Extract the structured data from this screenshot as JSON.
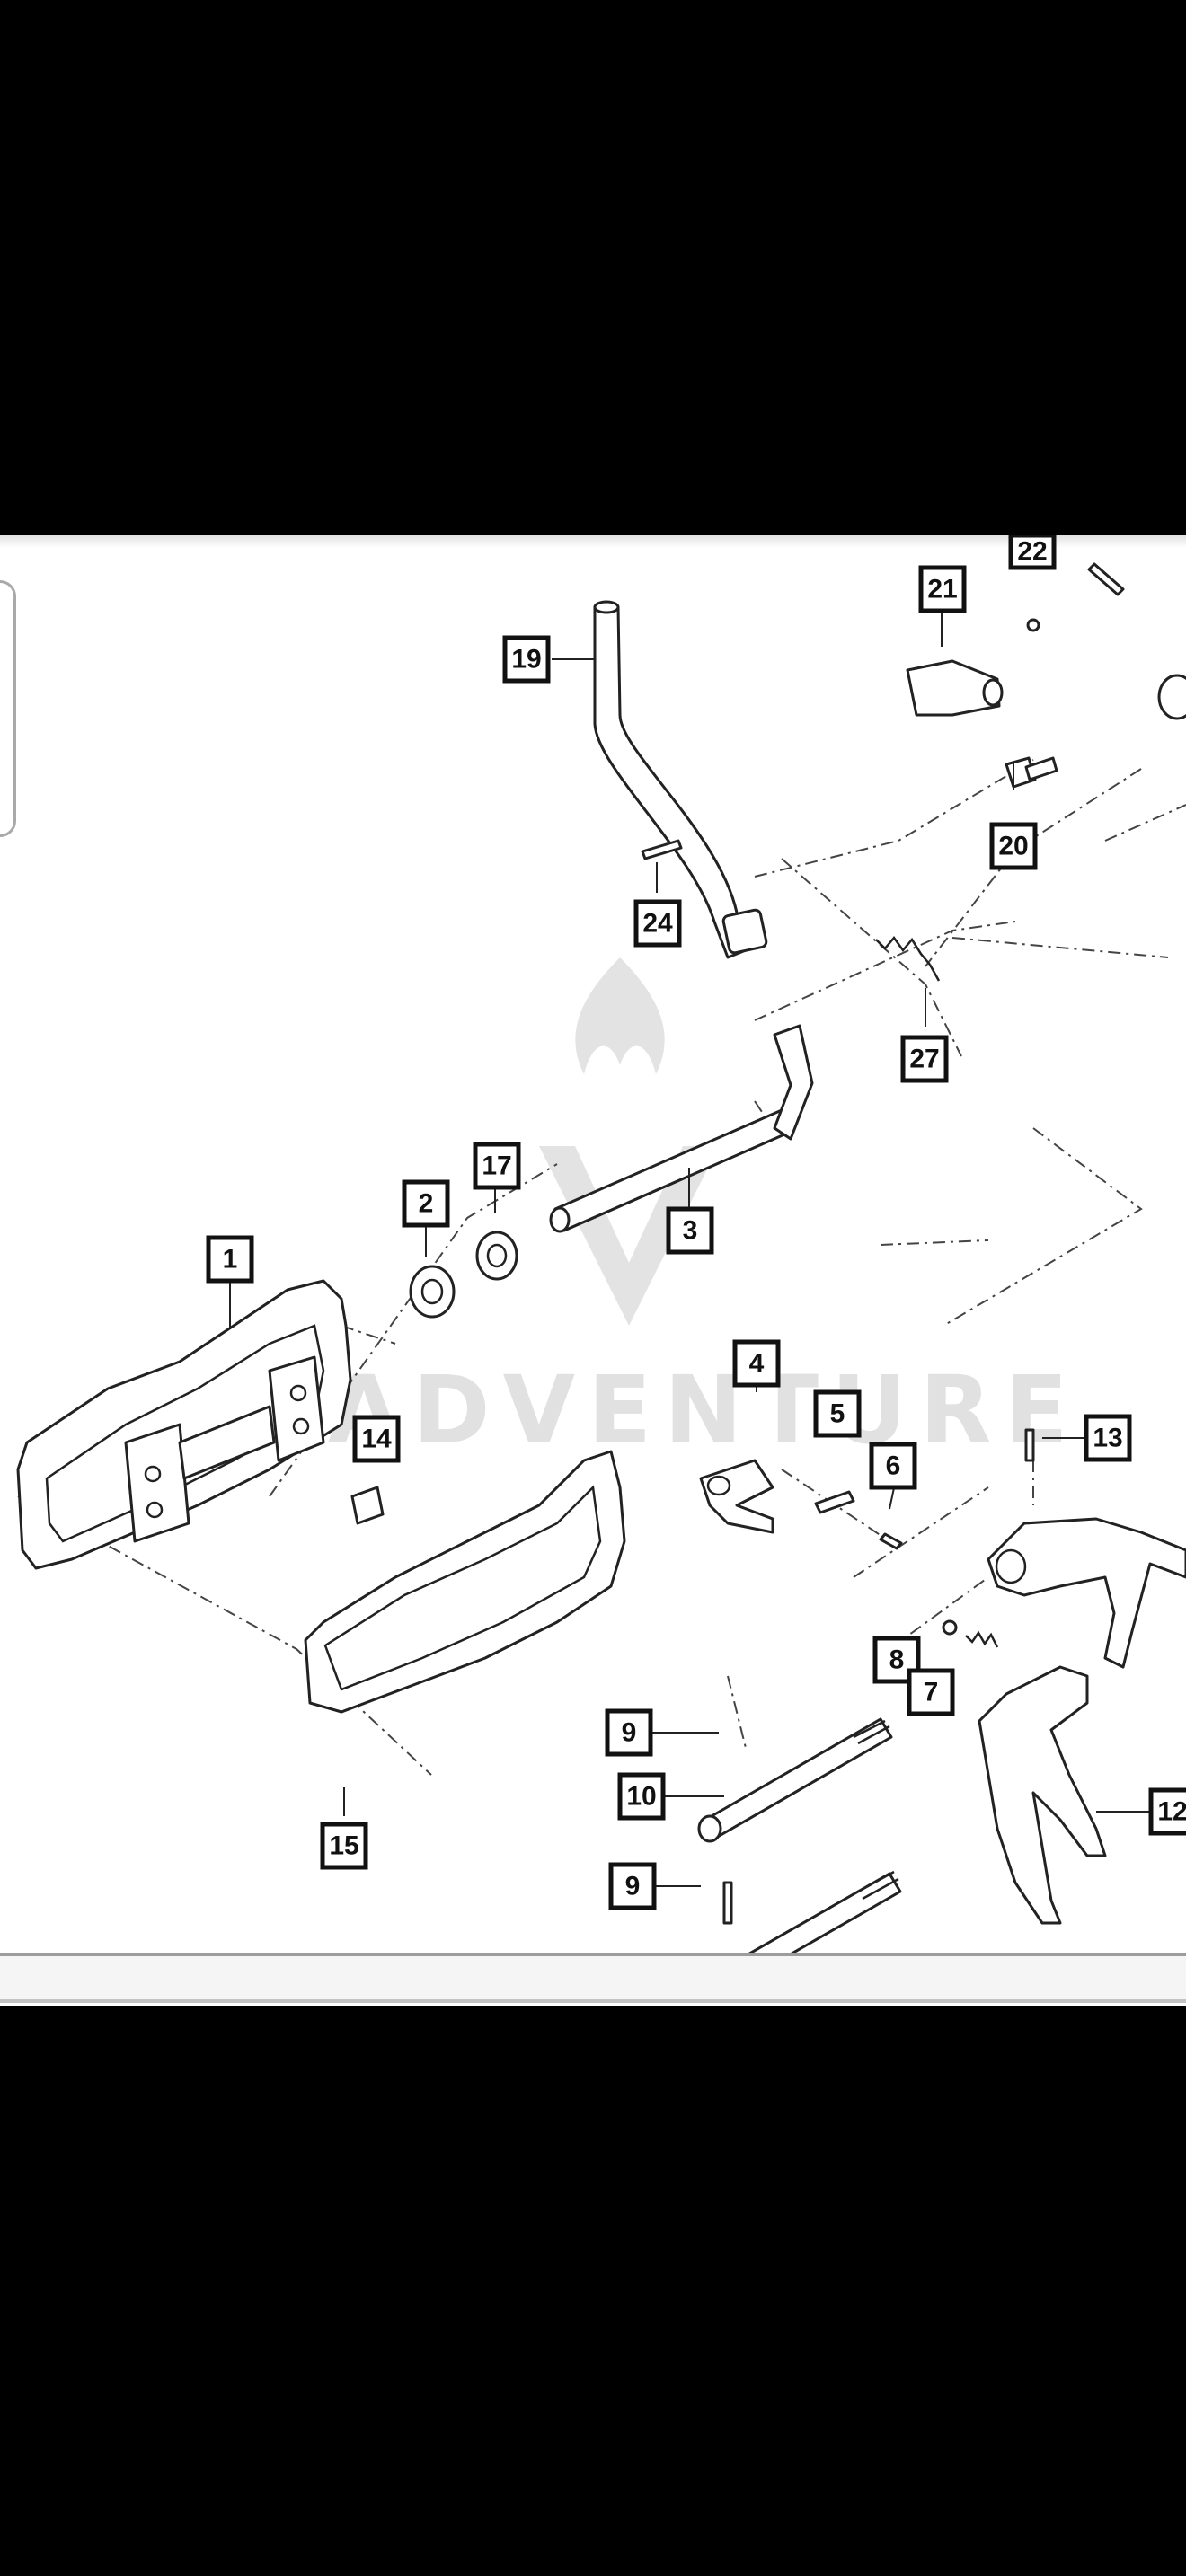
{
  "diagram": {
    "watermark_text": "VLADVENTURE",
    "callouts": [
      {
        "id": "c19",
        "label": "19"
      },
      {
        "id": "c21a",
        "label": "21"
      },
      {
        "id": "c22",
        "label": "22"
      },
      {
        "id": "c20",
        "label": "20"
      },
      {
        "id": "c24",
        "label": "24"
      },
      {
        "id": "c27",
        "label": "27"
      },
      {
        "id": "c17",
        "label": "17"
      },
      {
        "id": "c2",
        "label": "2"
      },
      {
        "id": "c3",
        "label": "3"
      },
      {
        "id": "c1",
        "label": "1"
      },
      {
        "id": "c4",
        "label": "4"
      },
      {
        "id": "c5",
        "label": "5"
      },
      {
        "id": "c6",
        "label": "6"
      },
      {
        "id": "c13",
        "label": "13"
      },
      {
        "id": "c14",
        "label": "14"
      },
      {
        "id": "c8",
        "label": "8"
      },
      {
        "id": "c7",
        "label": "7"
      },
      {
        "id": "c9a",
        "label": "9"
      },
      {
        "id": "c10",
        "label": "10"
      },
      {
        "id": "c12",
        "label": "12"
      },
      {
        "id": "c9b",
        "label": "9"
      },
      {
        "id": "c15",
        "label": "15"
      }
    ]
  },
  "colors": {
    "background": "#000000",
    "viewer": "#ffffff",
    "line": "#222222",
    "watermark": "#bdbdbd"
  }
}
